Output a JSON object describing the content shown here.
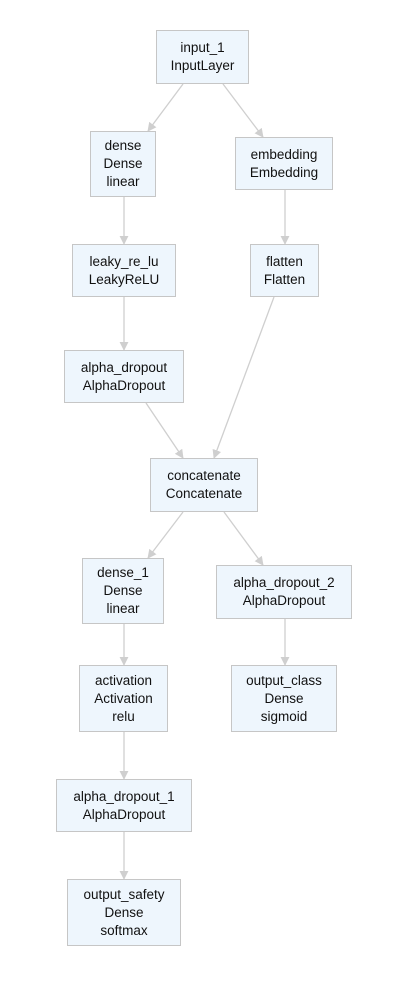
{
  "diagram": {
    "edge_color": "#cfcfcf",
    "node_fill": "#eef6fd",
    "node_border": "#c6c6c6",
    "nodes": {
      "input_1": {
        "name": "input_1",
        "type": "InputLayer"
      },
      "dense": {
        "name": "dense",
        "type": "Dense",
        "activation": "linear"
      },
      "embedding": {
        "name": "embedding",
        "type": "Embedding"
      },
      "leaky_re_lu": {
        "name": "leaky_re_lu",
        "type": "LeakyReLU"
      },
      "flatten": {
        "name": "flatten",
        "type": "Flatten"
      },
      "alpha_dropout": {
        "name": "alpha_dropout",
        "type": "AlphaDropout"
      },
      "concatenate": {
        "name": "concatenate",
        "type": "Concatenate"
      },
      "dense_1": {
        "name": "dense_1",
        "type": "Dense",
        "activation": "linear"
      },
      "alpha_dropout_2": {
        "name": "alpha_dropout_2",
        "type": "AlphaDropout"
      },
      "activation": {
        "name": "activation",
        "type": "Activation",
        "activation": "relu"
      },
      "output_class": {
        "name": "output_class",
        "type": "Dense",
        "activation": "sigmoid"
      },
      "alpha_dropout_1": {
        "name": "alpha_dropout_1",
        "type": "AlphaDropout"
      },
      "output_safety": {
        "name": "output_safety",
        "type": "Dense",
        "activation": "softmax"
      }
    },
    "edges": [
      [
        "input_1",
        "dense"
      ],
      [
        "input_1",
        "embedding"
      ],
      [
        "dense",
        "leaky_re_lu"
      ],
      [
        "leaky_re_lu",
        "alpha_dropout"
      ],
      [
        "embedding",
        "flatten"
      ],
      [
        "alpha_dropout",
        "concatenate"
      ],
      [
        "flatten",
        "concatenate"
      ],
      [
        "concatenate",
        "dense_1"
      ],
      [
        "concatenate",
        "alpha_dropout_2"
      ],
      [
        "dense_1",
        "activation"
      ],
      [
        "activation",
        "alpha_dropout_1"
      ],
      [
        "alpha_dropout_1",
        "output_safety"
      ],
      [
        "alpha_dropout_2",
        "output_class"
      ]
    ]
  }
}
